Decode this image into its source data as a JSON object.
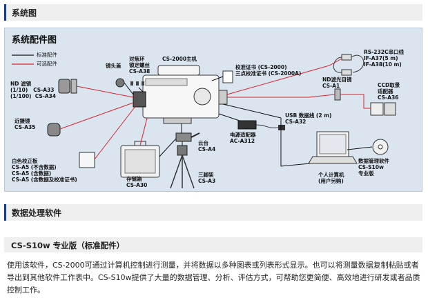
{
  "section1": {
    "title": "系统图"
  },
  "panel": {
    "title": "系统配件图",
    "legend": {
      "standard": "标准配件",
      "optional": "可选配件"
    },
    "labels": {
      "lens_cap": "镜头盖",
      "focus_screw": "对焦环\n锁定螺丝\nCS-A38",
      "main_unit": "CS-2000主机",
      "calib_cert": "校准证书 (CS-2000)\n三点校准证书 (CS-2000A)",
      "rs232": "RS-232C串口线\nIF-A37(5 m)\nIF-A38(10 m)",
      "nd_filter": "ND 滤镜\n(1/10)   CS-A33\n(1/100)  CS-A34",
      "nd_eyepiece": "ND滤光目镜\nCS-A1",
      "ccd": "CCD取景\n适配器\nCS-A36",
      "closeup": "近摄镜\nCS-A35",
      "ac_adapter": "电源适配器\nAC-A312",
      "usb": "USB 数据线 (2 m)\nCS-A32",
      "color_plate": "白色校正板\nCS-A5 (不含数据)\nCS-A5 (含数据)\nCS-A5 (含数据及校准证书)",
      "tripod_head": "云台\nCS-A4",
      "case": "存储箱\nCS-A30",
      "tripod": "三脚架\nCS-A3",
      "pc": "个人计算机\n(用户另购)",
      "software": "数据管理软件\nCS-S10w\n专业版"
    }
  },
  "section2": {
    "title": "数据处理软件"
  },
  "subsection": {
    "title": "CS-S10w 专业版（标准配件）"
  },
  "paragraph": "使用该软件，CS-2000可通过计算机控制进行测量，并将数据以多种图表或列表形式显示。也可以将测量数据复制粘贴或者导出到其他软件工作表中。CS-S10w提供了大量的数据管理、分析、评估方式，可帮助您更简便、高效地进行研发或者品质控制工作。",
  "colors": {
    "accent": "#1a3a8a",
    "standard_line": "#111111",
    "optional_line": "#d9232a",
    "panel_bg": "#dbe5f0"
  }
}
